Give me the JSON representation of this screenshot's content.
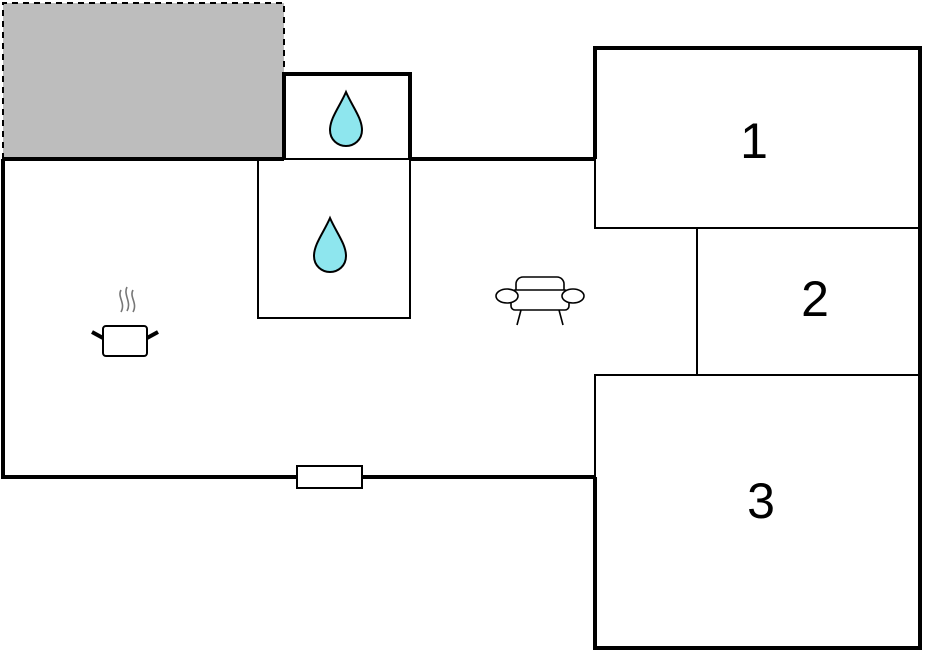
{
  "floorplan": {
    "rooms": [
      {
        "id": "1",
        "label": "1"
      },
      {
        "id": "2",
        "label": "2"
      },
      {
        "id": "3",
        "label": "3"
      }
    ],
    "icons": {
      "bathroom_top": "water-drop-icon",
      "bathroom_main": "water-drop-icon",
      "kitchen": "cooking-pot-icon",
      "living": "sofa-icon",
      "window": "window-icon"
    },
    "colors": {
      "wall": "#000000",
      "water": "#8ee6ee",
      "terrace": "#bdbdbd",
      "background": "#ffffff"
    }
  }
}
